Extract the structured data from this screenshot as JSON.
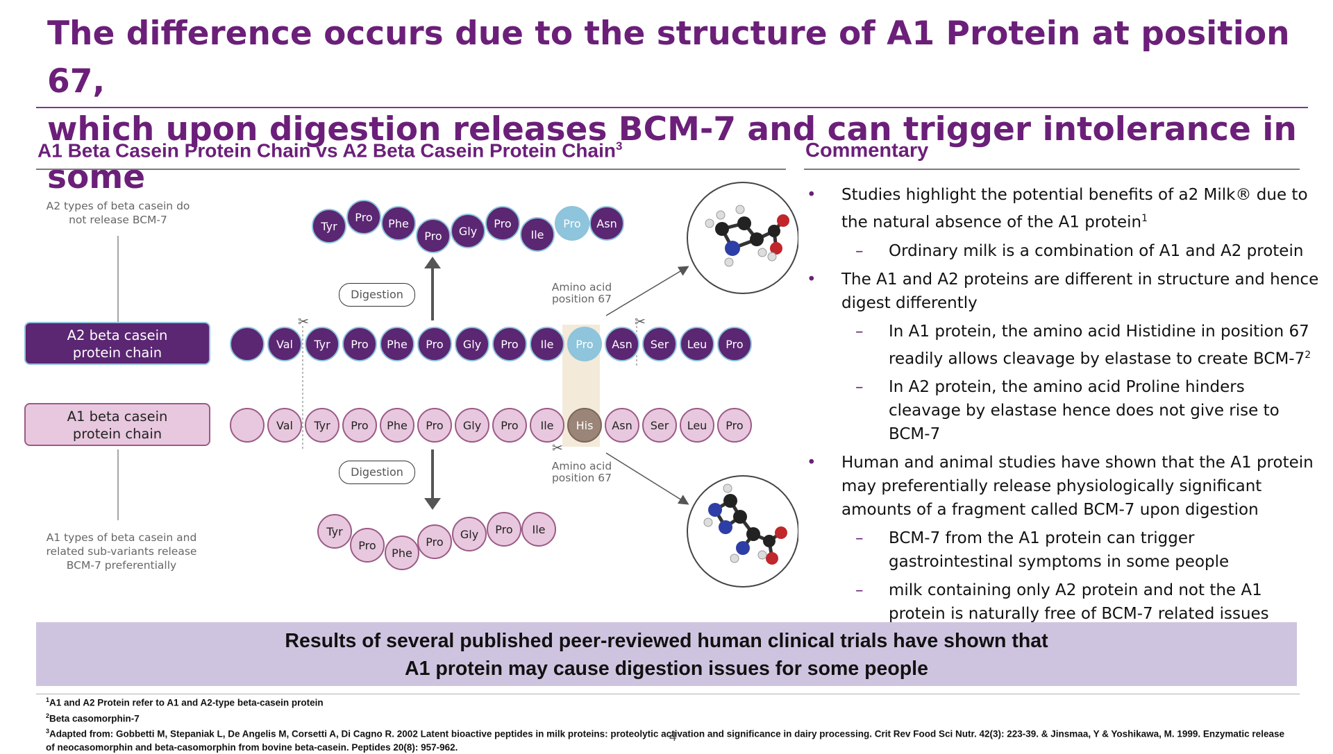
{
  "title": {
    "line1": "The difference occurs due to the structure of A1 Protein at position 67,",
    "line2": "which upon digestion releases BCM-7 and can trigger intolerance in some"
  },
  "left_section": {
    "heading": "A1 Beta Casein Protein Chain vs A2 Beta Casein Protein Chain",
    "heading_ref": "3"
  },
  "diagram": {
    "a2_note": [
      "A2 types of beta casein do",
      "not release BCM-7"
    ],
    "a1_note": [
      "A1 types of beta casein and",
      "related sub-variants release",
      "BCM-7 preferentially"
    ],
    "a2_label": [
      "A2 beta casein",
      "protein chain"
    ],
    "a1_label": [
      "A1 beta casein",
      "protein chain"
    ],
    "digestion_label": "Digestion",
    "amino_acid_label": [
      "Amino acid",
      "position 67"
    ],
    "a2_chain": [
      "",
      "Val",
      "Tyr",
      "Pro",
      "Phe",
      "Pro",
      "Gly",
      "Pro",
      "Ile",
      "Pro",
      "Asn",
      "Ser",
      "Leu",
      "Pro"
    ],
    "a1_chain": [
      "",
      "Val",
      "Tyr",
      "Pro",
      "Phe",
      "Pro",
      "Gly",
      "Pro",
      "Ile",
      "His",
      "Asn",
      "Ser",
      "Leu",
      "Pro"
    ],
    "a2_fragment": [
      "Tyr",
      "Pro",
      "Phe",
      "Pro",
      "Gly",
      "Pro",
      "Ile",
      "Pro",
      "Asn"
    ],
    "a1_fragment": [
      "Tyr",
      "Pro",
      "Phe",
      "Pro",
      "Gly",
      "Pro",
      "Ile"
    ],
    "colors": {
      "a2_dark": "#5b2672",
      "a1_light": "#e8c8de",
      "pro67": "#8ec4dc",
      "his67": "#9a8578",
      "highlight": "#f3ead9"
    }
  },
  "commentary": {
    "heading": "Commentary",
    "items": [
      {
        "level": 1,
        "text": "Studies highlight the potential benefits of a2 Milk® due to the natural absence of the A1 protein",
        "ref": "1"
      },
      {
        "level": 2,
        "text": "Ordinary milk is a combination of A1 and A2 protein",
        "ref": ""
      },
      {
        "level": 1,
        "text": "The A1 and A2 proteins are different in structure and hence digest differently",
        "ref": ""
      },
      {
        "level": 2,
        "text": "In A1 protein, the amino acid Histidine in position 67 readily allows cleavage by elastase to create BCM-7",
        "ref": "2"
      },
      {
        "level": 2,
        "text": "In A2 protein, the amino acid Proline hinders cleavage by elastase hence does not give rise to BCM-7",
        "ref": ""
      },
      {
        "level": 1,
        "text": "Human and animal studies have shown that the A1 protein may preferentially release physiologically significant amounts of a fragment called BCM-7 upon digestion",
        "ref": ""
      },
      {
        "level": 2,
        "text": "BCM-7 from the A1 protein can trigger gastrointestinal symptoms in some people",
        "ref": ""
      },
      {
        "level": 2,
        "text": "milk containing only A2 protein and not the A1 protein is naturally free of BCM-7 related issues",
        "ref": ""
      }
    ]
  },
  "callout": {
    "line1": "Results of several published peer-reviewed human clinical trials have shown that",
    "line2": "A1 protein may cause digestion issues for some people"
  },
  "footnotes": [
    {
      "ref": "1",
      "text": "A1 and A2 Protein refer to A1 and A2-type beta-casein protein"
    },
    {
      "ref": "2",
      "text": "Beta casomorphin-7"
    },
    {
      "ref": "3",
      "text": "Adapted from: Gobbetti M, Stepaniak L, De Angelis M, Corsetti A, Di Cagno R. 2002 Latent bioactive peptides in milk proteins: proteolytic activation and significance in dairy processing. Crit Rev Food Sci Nutr. 42(3): 223-39. &  Jinsmaa, Y & Yoshikawa, M. 1999. Enzymatic release of neocasomorphin and beta-casomorphin from bovine beta-casein. Peptides 20(8): 957-962."
    }
  ],
  "page_number": "4"
}
